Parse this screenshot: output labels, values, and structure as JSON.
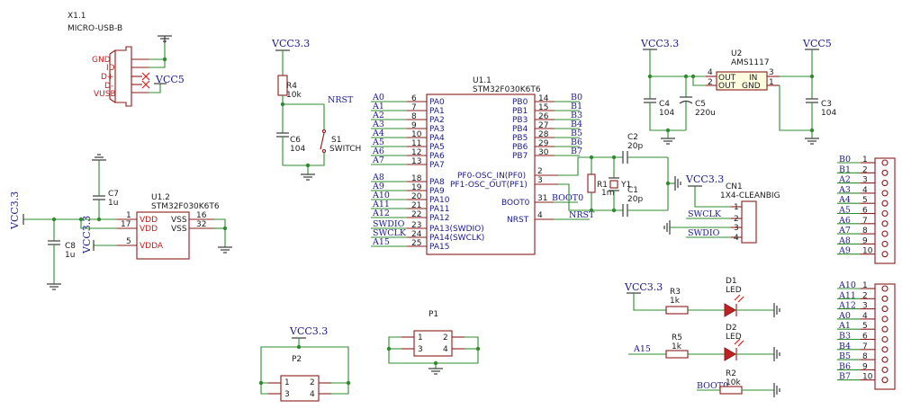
{
  "x1": {
    "ref": "X1.1",
    "value": "MICRO-USB-B",
    "pins": [
      "GND",
      "ID",
      "D+",
      "D-",
      "VUSB"
    ],
    "pwr": "VCC5"
  },
  "u12": {
    "ref": "U1.2",
    "value": "STM32F030K6T6",
    "left": [
      [
        "VDD",
        "1"
      ],
      [
        "VDD",
        "17"
      ],
      [
        "VDDA",
        "5"
      ]
    ],
    "right": [
      [
        "VSS",
        "16"
      ],
      [
        "VSS",
        "32"
      ]
    ],
    "pwr": "VCC3.3",
    "pwr2": "VCC3.3"
  },
  "c7": {
    "ref": "C7",
    "value": "1u"
  },
  "c8": {
    "ref": "C8",
    "value": "1u"
  },
  "reset": {
    "pwr": "VCC3.3",
    "r4_ref": "R4",
    "r4_val": "10k",
    "c6_ref": "C6",
    "c6_val": "104",
    "s1_ref": "S1",
    "s1_val": "SWITCH",
    "net": "NRST"
  },
  "u11": {
    "ref": "U1.1",
    "value": "STM32F030K6T6",
    "left": [
      [
        "A0",
        "6",
        "PA0"
      ],
      [
        "A1",
        "7",
        "PA1"
      ],
      [
        "A2",
        "8",
        "PA2"
      ],
      [
        "A3",
        "9",
        "PA3"
      ],
      [
        "A4",
        "10",
        "PA4"
      ],
      [
        "A5",
        "11",
        "PA5"
      ],
      [
        "A6",
        "12",
        "PA6"
      ],
      [
        "A7",
        "13",
        "PA7"
      ],
      [
        "A8",
        "18",
        "PA8"
      ],
      [
        "A9",
        "19",
        "PA9"
      ],
      [
        "A10",
        "20",
        "PA10"
      ],
      [
        "A11",
        "21",
        "PA11"
      ],
      [
        "A12",
        "22",
        "PA12"
      ],
      [
        "SWDIO",
        "23",
        "PA13(SWDIO)"
      ],
      [
        "SWCLK",
        "24",
        "PA14(SWCLK)"
      ],
      [
        "A15",
        "25",
        "PA15"
      ]
    ],
    "right": [
      [
        "PB0",
        "14",
        "B0"
      ],
      [
        "PB1",
        "15",
        "B1"
      ],
      [
        "PB3",
        "26",
        "B3"
      ],
      [
        "PB4",
        "27",
        "B4"
      ],
      [
        "PB5",
        "28",
        "B5"
      ],
      [
        "PB6",
        "29",
        "B6"
      ],
      [
        "PB7",
        "30",
        "B7"
      ]
    ],
    "osc": [
      [
        "PF0-OSC_IN(PF0)",
        "2"
      ],
      [
        "PF1-OSC_OUT(PF1)",
        "3"
      ]
    ],
    "boot": [
      "BOOT0",
      "31",
      "BOOT0"
    ],
    "nrst": [
      "NRST",
      "4",
      "NRST"
    ]
  },
  "crystal": {
    "c2_ref": "C2",
    "c2_val": "20p",
    "c1_ref": "C1",
    "c1_val": "20p",
    "r1_ref": "R1",
    "r1_val": "1m",
    "y1_ref": "Y1"
  },
  "u2": {
    "ref": "U2",
    "value": "AMS1117",
    "pins": [
      [
        "4",
        "OUT"
      ],
      [
        "2",
        "OUT"
      ],
      [
        "3",
        "IN"
      ],
      [
        "1",
        "GND"
      ]
    ],
    "pwr_left": "VCC3.3",
    "pwr_right": "VCC5",
    "c4_ref": "C4",
    "c4_val": "104",
    "c5_ref": "C5",
    "c5_val": "220u",
    "c3_ref": "C3",
    "c3_val": "104"
  },
  "cn1": {
    "ref": "CN1",
    "value": "1X4-CLEANBIG",
    "pwr": "VCC3.3",
    "nets": [
      "SWCLK",
      "SWDIO"
    ],
    "pins": [
      "1",
      "2",
      "3",
      "4"
    ]
  },
  "leds": {
    "pwr": "VCC3.3",
    "r3_ref": "R3",
    "r3_val": "1k",
    "d1_ref": "D1",
    "d1_val": "LED",
    "r5_ref": "R5",
    "r5_val": "1k",
    "d2_ref": "D2",
    "d2_val": "LED",
    "r5_net": "A15",
    "r2_ref": "R2",
    "r2_val": "10k",
    "r2_net": "BOOT0"
  },
  "p1": {
    "ref": "P1",
    "pins": [
      "1",
      "2",
      "3",
      "4"
    ]
  },
  "p2": {
    "ref": "P2",
    "pins": [
      "1",
      "2",
      "3",
      "4"
    ],
    "pwr": "VCC3.3"
  },
  "hdr1": {
    "nets": [
      "B0",
      "B1",
      "A2",
      "A3",
      "A4",
      "A5",
      "A6",
      "A7",
      "A8",
      "A9"
    ],
    "pins": [
      "1",
      "2",
      "3",
      "4",
      "5",
      "6",
      "7",
      "8",
      "9",
      "10"
    ]
  },
  "hdr2": {
    "nets": [
      "A10",
      "A11",
      "A12",
      "A0",
      "A1",
      "B3",
      "B4",
      "B5",
      "B6",
      "B7"
    ],
    "pins": [
      "1",
      "2",
      "3",
      "4",
      "5",
      "6",
      "7",
      "8",
      "9",
      "10"
    ]
  }
}
